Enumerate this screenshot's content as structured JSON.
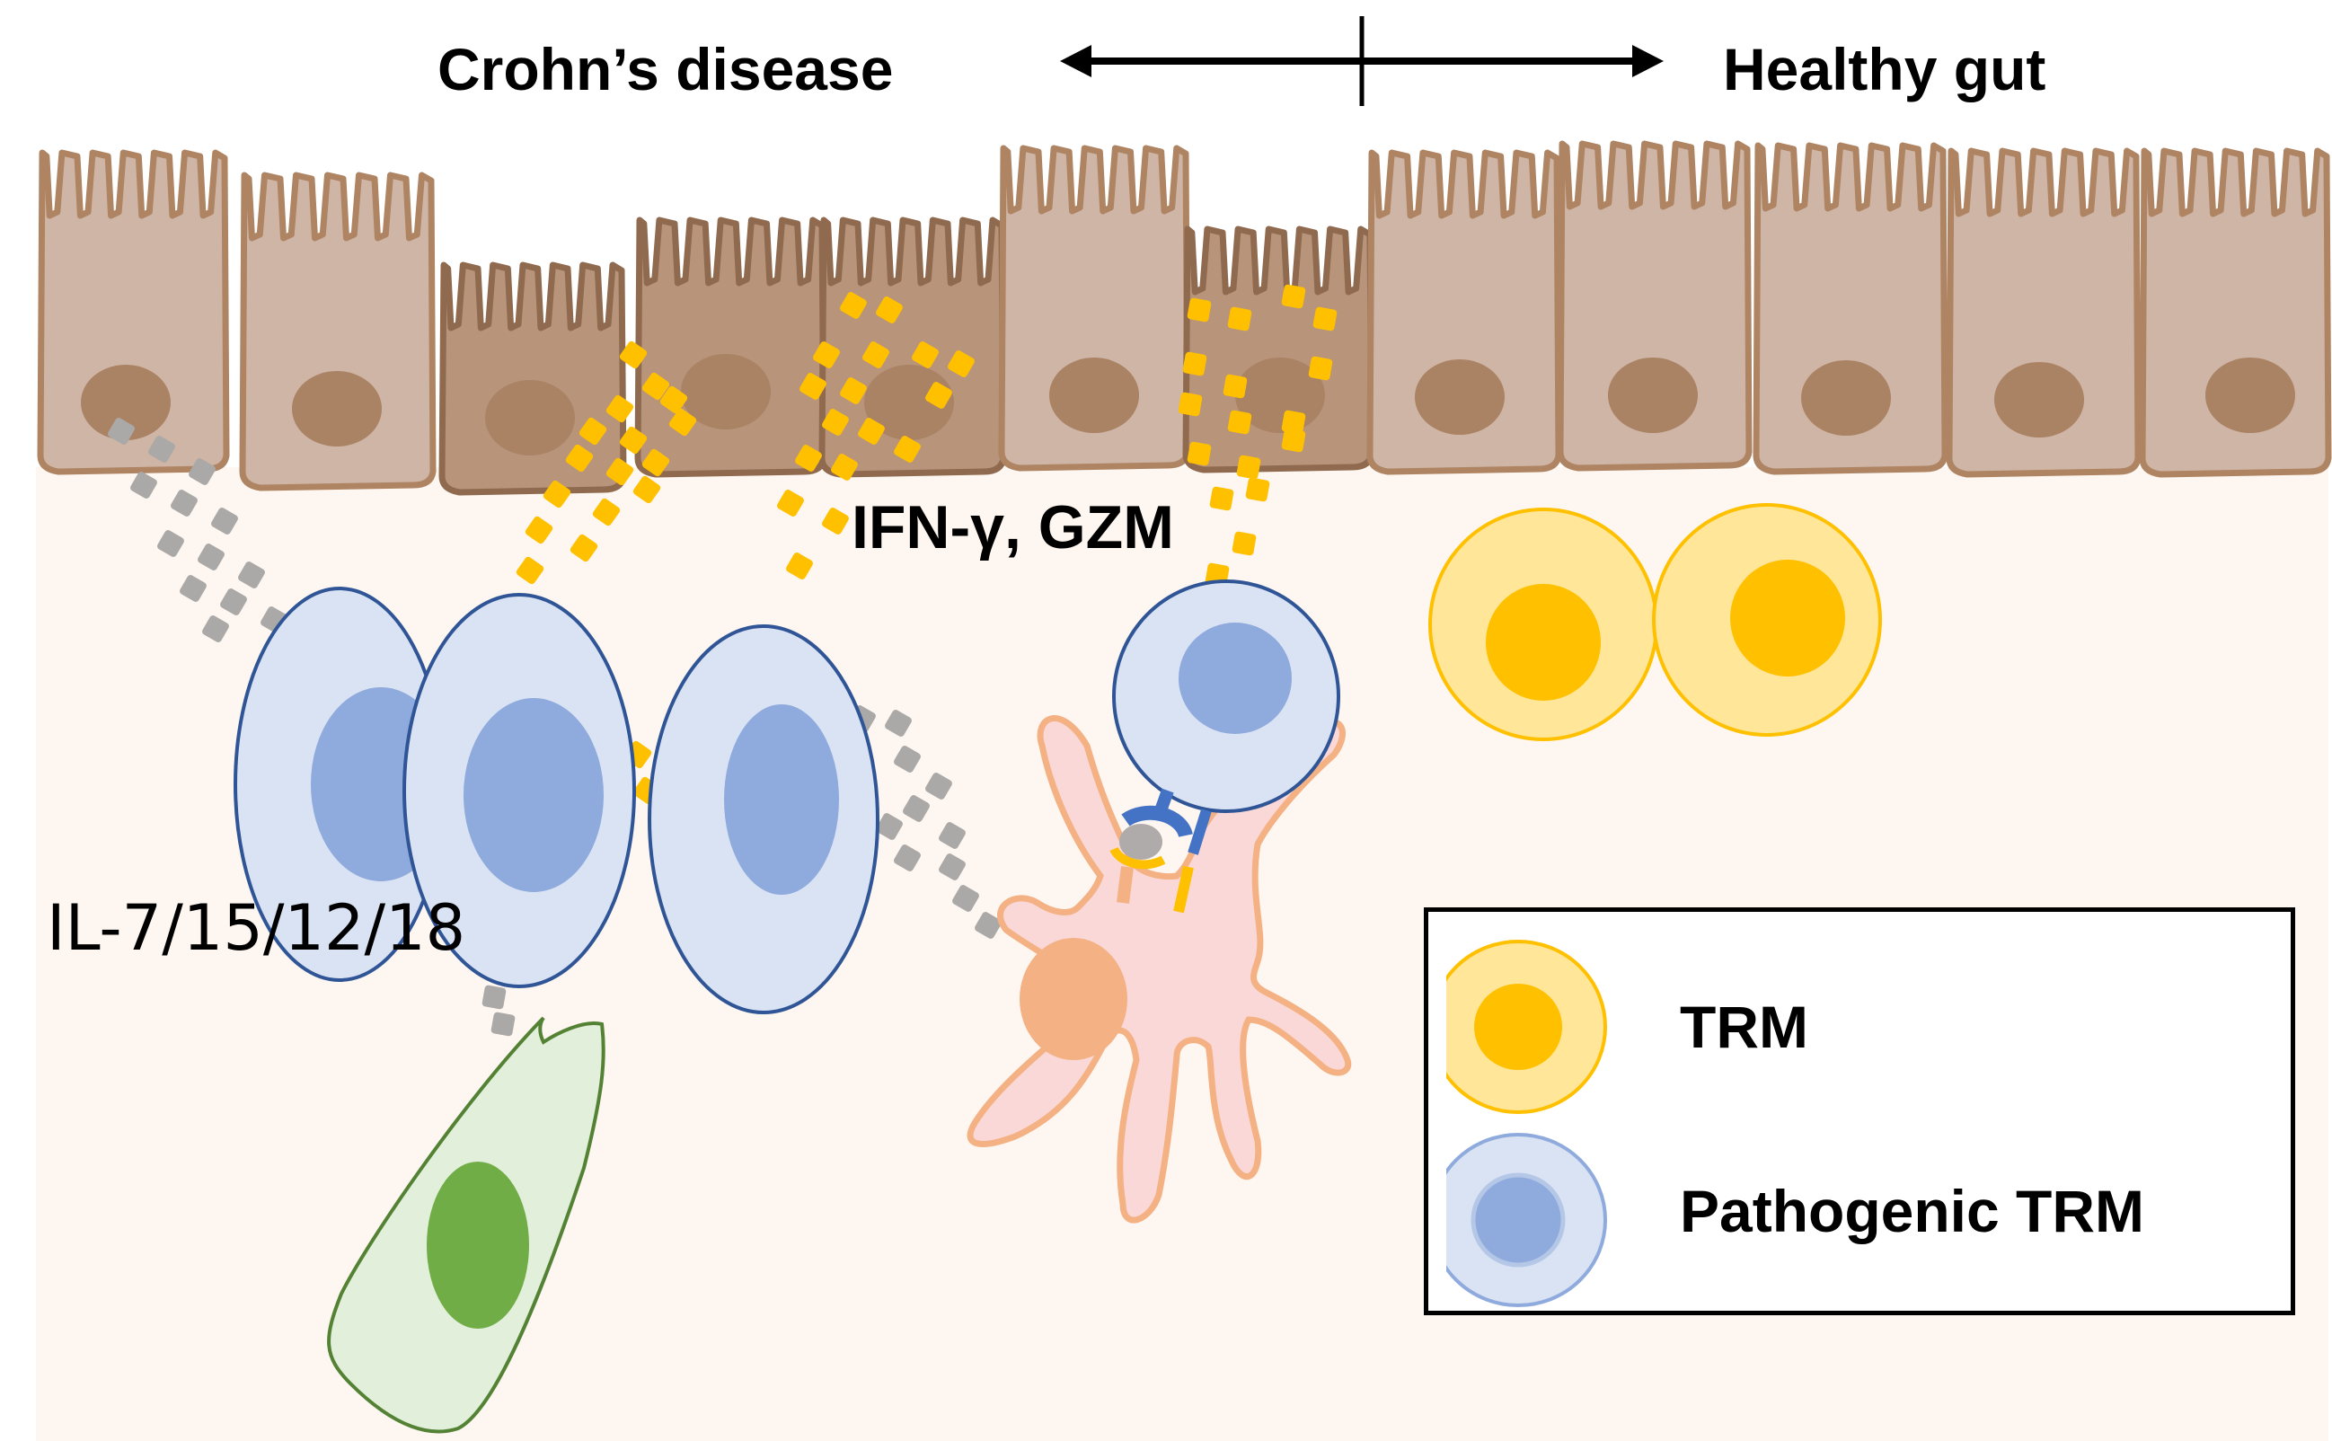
{
  "header": {
    "left_label": "Crohn’s disease",
    "right_label": "Healthy gut",
    "axis": "double-arrow-with-midpoint-tick"
  },
  "labels": {
    "effector_molecules": "IFN-γ, GZM",
    "cytokines": "IL-7/15/12/18"
  },
  "legend": {
    "items": [
      {
        "label": "TRM",
        "icon": "trm-cell-icon",
        "fill": "#FFE699",
        "nucleus": "#FFC000",
        "stroke": "#FFC000"
      },
      {
        "label": "Pathogenic TRM",
        "icon": "pathogenic-trm-cell-icon",
        "fill": "#DAE3F3",
        "nucleus": "#8FAADC",
        "stroke": "#8FAADC"
      }
    ]
  },
  "colors": {
    "background": "#FEF6F0",
    "epithelium_healthy": "#CFB5A5",
    "epithelium_inflamed": "#B8947A",
    "epithelium_stroke": "#AE8463",
    "epithelium_nucleus": "#AA8264",
    "pathogenic_trm_cell": "#DAE3F3",
    "pathogenic_trm_nucleus": "#8FAADC",
    "pathogenic_trm_stroke": "#2F5597",
    "trm_cell": "#FFE699",
    "trm_nucleus": "#FFC000",
    "ifn_gzm_particles": "#FFC000",
    "cytokine_particles": "#ABA9A7",
    "dendritic_cell": "#FAD8D8",
    "dendritic_stroke": "#F4B183",
    "dendritic_nucleus": "#F4B183",
    "stromal_cell": "#E2EFDA",
    "stromal_nucleus": "#70AD47",
    "stromal_stroke": "#548235",
    "tcr": "#4472C4",
    "mhc": "#F4B183",
    "antigen": "#AFABAB",
    "costim": "#FFC000"
  }
}
